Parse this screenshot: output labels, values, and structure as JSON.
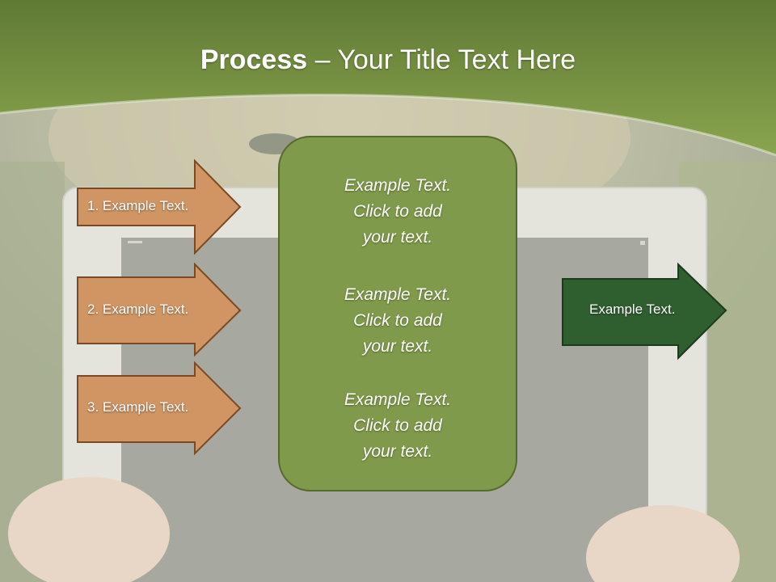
{
  "slide": {
    "title_bold": "Process",
    "title_rest": " – Your Title Text Here",
    "center_paragraphs": [
      "Example Text.\nClick  to add\nyour text.",
      "Example Text.\nClick  to add\nyour text.",
      "Example Text.\nClick  to add\nyour text."
    ],
    "left_arrows": [
      "1. Example Text.",
      "2. Example Text.",
      "3. Example Text."
    ],
    "right_arrow": "Example Text."
  },
  "colors": {
    "header_green": "#7f9a4a",
    "center_box": "#7f9a4a",
    "left_arrow_fill": "#d09563",
    "left_arrow_border": "#7a4a24",
    "right_arrow_fill": "#2f5e2f",
    "right_arrow_border": "#1c3a1c"
  }
}
